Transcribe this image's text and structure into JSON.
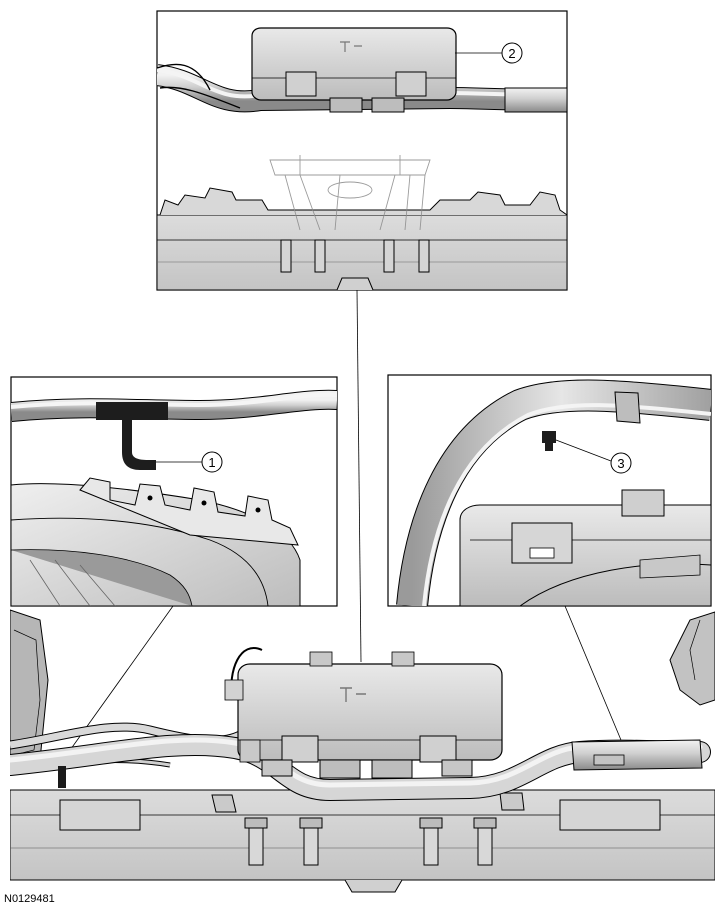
{
  "diagram": {
    "figure_id": "N0129481",
    "callouts": [
      {
        "label": "1"
      },
      {
        "label": "2"
      },
      {
        "label": "3"
      }
    ],
    "colors": {
      "line": "#000000",
      "hose_light": "#e2e2e2",
      "hose_mid": "#bdbdbd",
      "hose_dark": "#8f8f8f",
      "part_light": "#ececec",
      "part_mid": "#cfcfcf",
      "part_dark": "#a5a5a5",
      "black_part": "#1a1a1a",
      "background": "#ffffff"
    }
  }
}
